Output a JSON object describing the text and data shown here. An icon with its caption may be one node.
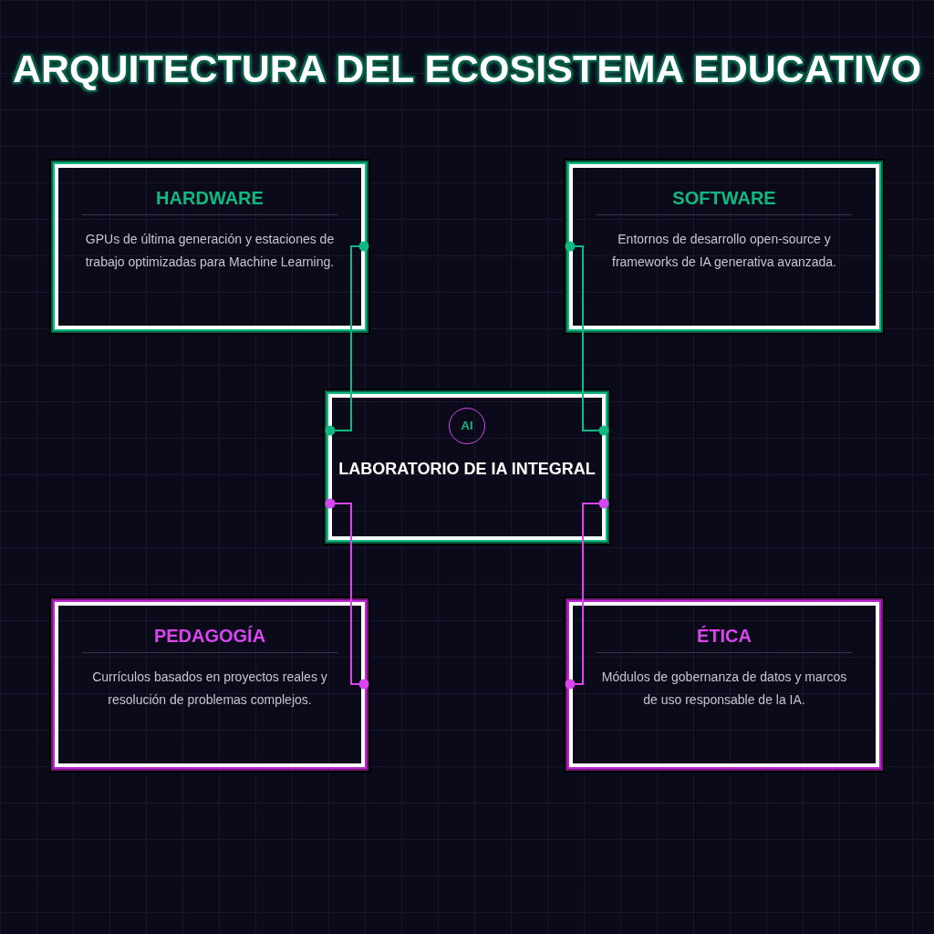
{
  "diagram": {
    "title": "ARQUITECTURA DEL ECOSISTEMA EDUCATIVO",
    "nodes": [
      {
        "text": [
          "HARDWARE",
          "GPUs de última generación y estaciones de trabajo optimizadas para Machine Learning."
        ]
      },
      {
        "text": [
          "SOFTWARE",
          "Entornos de desarrollo open-source y frameworks de IA generativa avanzada."
        ]
      },
      {
        "text": [
          "LABORATORIO DE IA INTEGRAL"
        ]
      },
      {
        "text": [
          "AI"
        ],
        "in": 2
      },
      {
        "text": [
          "PEDAGOGÍA",
          "Currículos basados en proyectos reales y resolución de problemas complejos."
        ]
      },
      {
        "text": [
          "ÉTICA",
          "Módulos de gobernanza de datos y marcos de uso responsable de la IA."
        ]
      }
    ],
    "edges": [
      {
        "from": 0,
        "to": 2,
        "arrow": "other",
        "color": "#10b981"
      },
      {
        "from": 1,
        "to": 2,
        "arrow": "other",
        "color": "#10b981"
      },
      {
        "from": 4,
        "to": 2,
        "arrow": "other",
        "color": "#d946ef"
      },
      {
        "from": 5,
        "to": 2,
        "arrow": "other",
        "color": "#d946ef"
      }
    ]
  }
}
